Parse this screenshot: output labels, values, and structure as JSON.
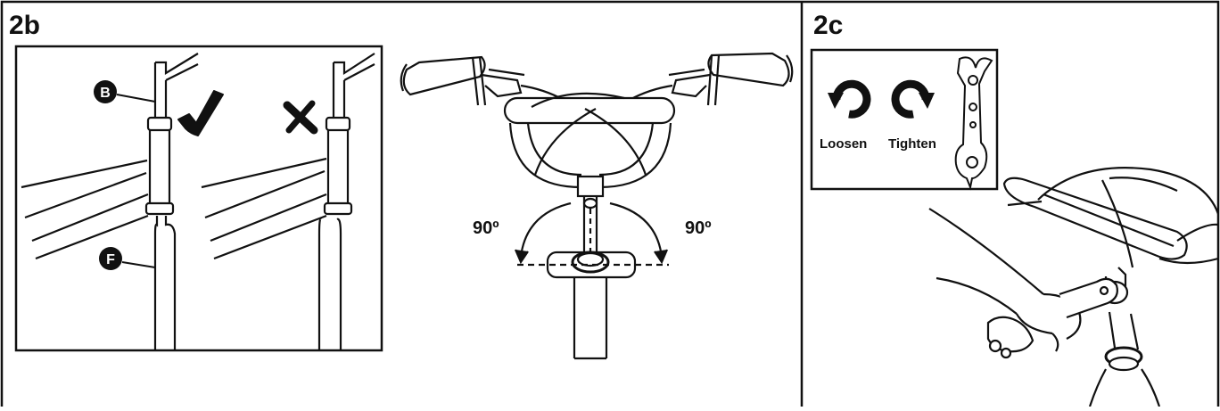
{
  "panels": {
    "left": {
      "step": "2b",
      "callouts": {
        "b": "B",
        "f": "F"
      },
      "marks": {
        "correct": "✔",
        "wrong": "✘"
      },
      "angles": {
        "left": "90º",
        "right": "90º"
      }
    },
    "right": {
      "step": "2c",
      "legend": {
        "loosen": "Loosen",
        "tighten": "Tighten"
      }
    }
  },
  "colors": {
    "ink": "#111111",
    "paper": "#ffffff"
  }
}
